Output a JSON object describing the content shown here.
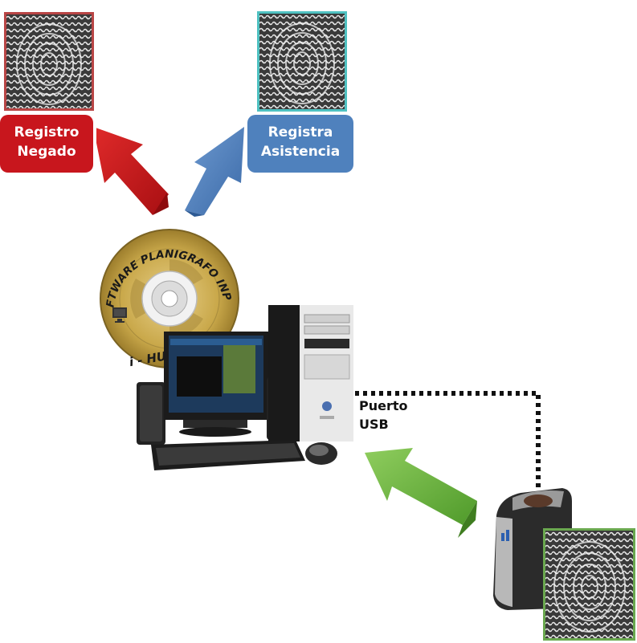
{
  "labels": {
    "denied_line1": "Registro",
    "denied_line2": "Negado",
    "attendance_line1": "Registra",
    "attendance_line2": "Asistencia",
    "port_line1": "Puerto",
    "port_line2": "USB"
  },
  "cd": {
    "title": "SOFTWARE PLANIGRAFO INPDAT",
    "product": "i - HUELLAS 8.7"
  },
  "colors": {
    "denied": "#c8161d",
    "attendance": "#4f81bd",
    "usb_arrow": "#6cad3c",
    "denied_frame": "#b84545",
    "attendance_frame": "#4fc1c1",
    "scanner_frame": "#6aa84f"
  }
}
